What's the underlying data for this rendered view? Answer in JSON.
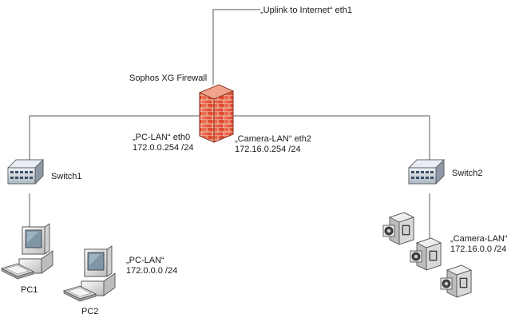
{
  "uplink": {
    "label": "„Uplink to Internet“ eth1"
  },
  "firewall": {
    "label": "Sophos XG Firewall"
  },
  "interfaces": {
    "pc_lan": {
      "name": "„PC-LAN“ eth0",
      "address": "172.0.0.254 /24"
    },
    "camera_lan": {
      "name": "„Camera-LAN“ eth2",
      "address": "172.16.0.254 /24"
    }
  },
  "switches": {
    "switch1": {
      "label": "Switch1"
    },
    "switch2": {
      "label": "Switch2"
    }
  },
  "pcs": {
    "pc1": {
      "label": "PC1"
    },
    "pc2": {
      "label": "PC2"
    }
  },
  "networks": {
    "pc_lan": {
      "name": "„PC-LAN“",
      "address": "172.0.0.0 /24"
    },
    "camera_lan": {
      "name": "„Camera-LAN“",
      "address": "172.16.0.0 /24"
    }
  },
  "colors": {
    "firewall_brick": "#e8553a",
    "firewall_mortar": "#f6c9b8",
    "switch_body": "#c9d3dd",
    "device_body": "#e6e6e6",
    "screen": "#7f96a6"
  }
}
